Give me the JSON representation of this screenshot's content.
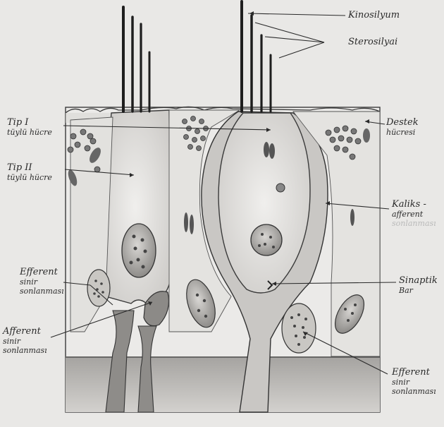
{
  "labels": {
    "kinosilyum": "Kinosilyum",
    "sterosilya": "Sterosilyai",
    "tip1_line1": "Tip I",
    "tip1_line2": "tüylü hücre",
    "tip2_line1": "Tip II",
    "tip2_line2": "tüylü hücre",
    "destek_line1": "Destek",
    "destek_line2": "hücresi",
    "kaliks_line1": "Kaliks -",
    "kaliks_line2": "afferent",
    "kaliks_line3": "sonlanması",
    "efferent_left_line1": "Efferent",
    "efferent_left_line2": "sinir",
    "efferent_left_line3": "sonlanması",
    "afferent_line1": "Afferent",
    "afferent_line2": "sinir",
    "afferent_line3": "sonlanması",
    "sinaptik_line1": "Sinaptik",
    "sinaptik_line2": "Bar",
    "efferent_right_line1": "Efferent",
    "efferent_right_line2": "sinir",
    "efferent_right_line3": "sonlanması"
  },
  "colors": {
    "paper": "#e9e8e6",
    "pencil": "#2c2c2c",
    "shade": "#9a9a9a",
    "dark_fill": "#6e6e6e"
  }
}
